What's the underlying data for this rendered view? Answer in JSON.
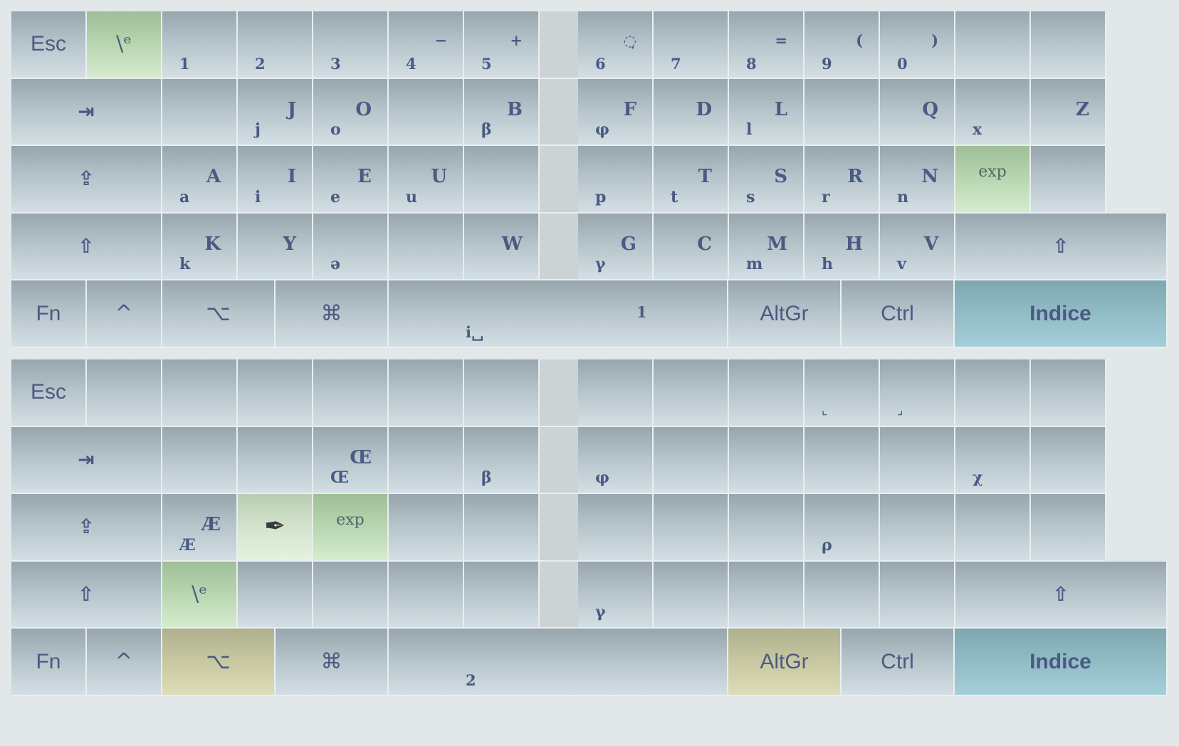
{
  "panels": [
    {
      "name": "layer-1",
      "rows": [
        [
          {
            "type": "text",
            "label": "Esc",
            "style": "default"
          },
          {
            "type": "center",
            "label": "\\ᵉ",
            "style": "green"
          },
          {
            "type": "num",
            "low": "1"
          },
          {
            "type": "num",
            "low": "2"
          },
          {
            "type": "num",
            "low": "3"
          },
          {
            "type": "num",
            "low": "4",
            "up": "−"
          },
          {
            "type": "num",
            "low": "5",
            "up": "+"
          },
          {
            "type": "gap"
          },
          {
            "type": "num",
            "low": "6",
            "up": "◌̣"
          },
          {
            "type": "num",
            "low": "7"
          },
          {
            "type": "num",
            "low": "8",
            "up": "="
          },
          {
            "type": "num",
            "low": "9",
            "up": "("
          },
          {
            "type": "num",
            "low": "0",
            "up": ")"
          },
          {
            "type": "blank"
          },
          {
            "type": "blank"
          }
        ],
        [
          {
            "type": "icon",
            "icon": "tab-icon",
            "glyph": "⇥",
            "wide": true
          },
          {
            "type": "blank"
          },
          {
            "type": "letter",
            "up": "J",
            "low": "j"
          },
          {
            "type": "letter",
            "up": "O",
            "low": "o"
          },
          {
            "type": "blank"
          },
          {
            "type": "letter",
            "up": "B",
            "low": "β"
          },
          {
            "type": "gap"
          },
          {
            "type": "letter",
            "up": "F",
            "low": "φ"
          },
          {
            "type": "letter",
            "up": "D",
            "low": ""
          },
          {
            "type": "letter",
            "up": "L",
            "low": "l"
          },
          {
            "type": "blank"
          },
          {
            "type": "letter",
            "up": "Q",
            "low": ""
          },
          {
            "type": "letter",
            "up": "",
            "low": "x"
          },
          {
            "type": "letter",
            "up": "Z",
            "low": ""
          }
        ],
        [
          {
            "type": "icon",
            "icon": "caps-lock-icon",
            "glyph": "⇪",
            "wide": true
          },
          {
            "type": "letter",
            "up": "A",
            "low": "a"
          },
          {
            "type": "letter",
            "up": "I",
            "low": "i"
          },
          {
            "type": "letter",
            "up": "E",
            "low": "e"
          },
          {
            "type": "letter",
            "up": "U",
            "low": "u"
          },
          {
            "type": "blank"
          },
          {
            "type": "gap"
          },
          {
            "type": "letter",
            "up": "",
            "low": "p"
          },
          {
            "type": "letter",
            "up": "T",
            "low": "t"
          },
          {
            "type": "letter",
            "up": "S",
            "low": "s"
          },
          {
            "type": "letter",
            "up": "R",
            "low": "r"
          },
          {
            "type": "letter",
            "up": "N",
            "low": "n"
          },
          {
            "type": "exp",
            "label": "exp",
            "style": "green"
          },
          {
            "type": "blank"
          }
        ],
        [
          {
            "type": "icon",
            "icon": "shift-icon",
            "glyph": "⇧",
            "wide": true
          },
          {
            "type": "letter",
            "up": "K",
            "low": "k"
          },
          {
            "type": "letter",
            "up": "Y",
            "low": ""
          },
          {
            "type": "letter",
            "up": "",
            "low": "ə"
          },
          {
            "type": "blank"
          },
          {
            "type": "letter",
            "up": "W",
            "low": ""
          },
          {
            "type": "gap"
          },
          {
            "type": "letter",
            "up": "G",
            "low": "γ"
          },
          {
            "type": "letter",
            "up": "C",
            "low": ""
          },
          {
            "type": "letter",
            "up": "M",
            "low": "m"
          },
          {
            "type": "letter",
            "up": "H",
            "low": "h"
          },
          {
            "type": "letter",
            "up": "V",
            "low": "v"
          },
          {
            "type": "icon",
            "icon": "shift-icon",
            "glyph": "⇧",
            "wide": true
          }
        ]
      ],
      "bottom": {
        "fn": "Fn",
        "ctrl_sym": "^",
        "option_sym": "⌥",
        "cmd_sym": "⌘",
        "space_low": "i␣",
        "space_up": "1",
        "altgr": "AltGr",
        "ctrl": "Ctrl",
        "indice": "Indice",
        "option_style": "default",
        "altgr_style": "default"
      }
    },
    {
      "name": "layer-2",
      "rows": [
        [
          {
            "type": "text",
            "label": "Esc",
            "style": "default"
          },
          {
            "type": "blank"
          },
          {
            "type": "blank"
          },
          {
            "type": "blank"
          },
          {
            "type": "blank"
          },
          {
            "type": "blank"
          },
          {
            "type": "blank"
          },
          {
            "type": "gap"
          },
          {
            "type": "blank"
          },
          {
            "type": "blank"
          },
          {
            "type": "blank"
          },
          {
            "type": "bracket",
            "low": "⌞"
          },
          {
            "type": "bracket",
            "low": "⌟"
          },
          {
            "type": "blank"
          },
          {
            "type": "blank"
          }
        ],
        [
          {
            "type": "icon",
            "icon": "tab-icon",
            "glyph": "⇥",
            "wide": true
          },
          {
            "type": "blank"
          },
          {
            "type": "blank"
          },
          {
            "type": "letter",
            "up": "Œ",
            "low": "Œ"
          },
          {
            "type": "blank"
          },
          {
            "type": "letter",
            "up": "",
            "low": "β"
          },
          {
            "type": "gap"
          },
          {
            "type": "letter",
            "up": "",
            "low": "φ"
          },
          {
            "type": "blank"
          },
          {
            "type": "blank"
          },
          {
            "type": "blank"
          },
          {
            "type": "blank"
          },
          {
            "type": "letter",
            "up": "",
            "low": "χ"
          },
          {
            "type": "blank"
          }
        ],
        [
          {
            "type": "icon",
            "icon": "caps-lock-icon",
            "glyph": "⇪",
            "wide": true
          },
          {
            "type": "letter",
            "up": "Æ",
            "low": "Æ"
          },
          {
            "type": "pen",
            "glyph": "✒",
            "style": "lightgreen"
          },
          {
            "type": "exp",
            "label": "exp",
            "style": "green"
          },
          {
            "type": "blank"
          },
          {
            "type": "blank"
          },
          {
            "type": "gap"
          },
          {
            "type": "blank"
          },
          {
            "type": "blank"
          },
          {
            "type": "blank"
          },
          {
            "type": "letter",
            "up": "",
            "low": "ρ"
          },
          {
            "type": "blank"
          },
          {
            "type": "blank"
          },
          {
            "type": "blank"
          }
        ],
        [
          {
            "type": "icon",
            "icon": "shift-icon",
            "glyph": "⇧",
            "wide": true
          },
          {
            "type": "center",
            "label": "\\ᵉ",
            "style": "green"
          },
          {
            "type": "blank"
          },
          {
            "type": "blank"
          },
          {
            "type": "blank"
          },
          {
            "type": "blank"
          },
          {
            "type": "gap"
          },
          {
            "type": "letter",
            "up": "",
            "low": "γ"
          },
          {
            "type": "blank"
          },
          {
            "type": "blank"
          },
          {
            "type": "blank"
          },
          {
            "type": "blank"
          },
          {
            "type": "icon",
            "icon": "shift-icon",
            "glyph": "⇧",
            "wide": true
          }
        ]
      ],
      "bottom": {
        "fn": "Fn",
        "ctrl_sym": "^",
        "option_sym": "⌥",
        "cmd_sym": "⌘",
        "space_low": "2",
        "space_up": "",
        "altgr": "AltGr",
        "ctrl": "Ctrl",
        "indice": "Indice",
        "option_style": "tan",
        "altgr_style": "tan"
      }
    }
  ]
}
